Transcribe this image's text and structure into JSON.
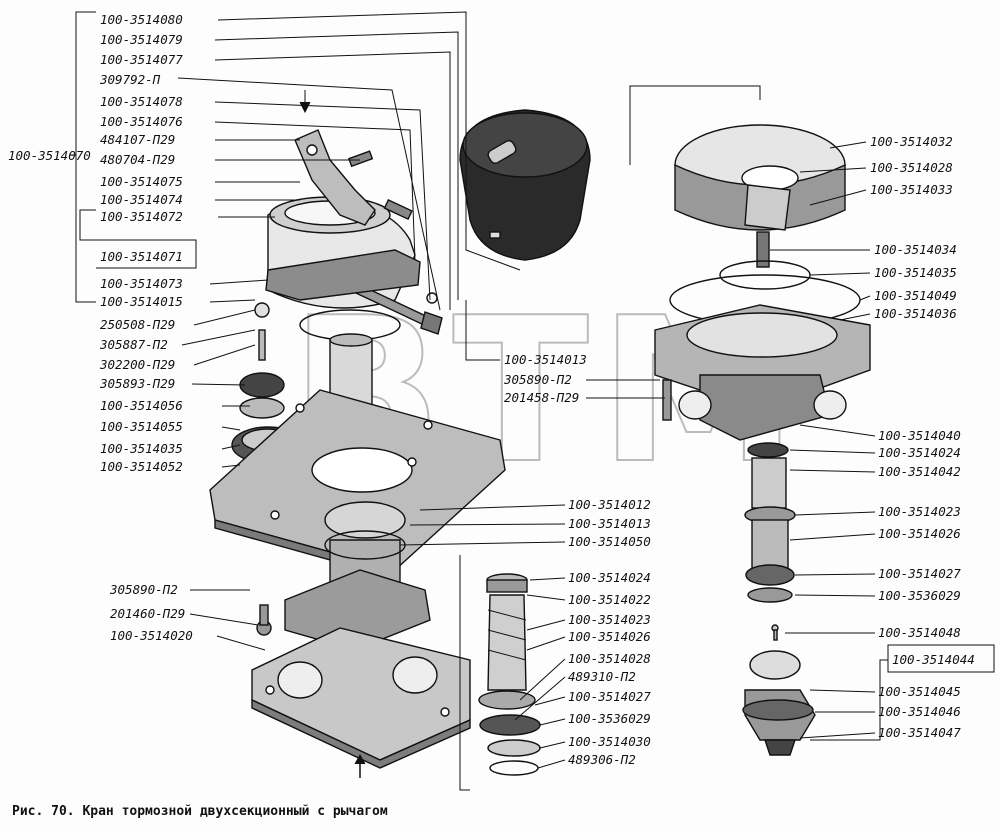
{
  "watermark": "BTM",
  "caption": "Рис. 70. Кран тормозной двухсекционный с рычагом",
  "group_left": {
    "label": "100-3514070"
  },
  "labels_left_top": [
    "100-3514080",
    "100-3514079",
    "100-3514077",
    "309792-П",
    "100-3514078",
    "100-3514076",
    "484107-П29",
    "480704-П29",
    "100-3514075",
    "100-3514074",
    "100-3514072"
  ],
  "label_boxed": "100-3514071",
  "labels_left_mid": [
    "100-3514073",
    "100-3514015",
    "250508-П29",
    "305887-П2",
    "302200-П29",
    "305893-П29",
    "100-3514056",
    "100-3514055",
    "100-3514035",
    "100-3514052"
  ],
  "labels_center": [
    "100-3514013",
    "305890-П2",
    "201458-П29"
  ],
  "labels_center_low": [
    "100-3514012",
    "100-3514013",
    "100-3514050"
  ],
  "labels_left_bottom": [
    "305890-П2",
    "201460-П29",
    "100-3514020"
  ],
  "labels_center_column": [
    "100-3514024",
    "100-3514022",
    "100-3514023",
    "100-3514026",
    "100-3514028",
    "489310-П2",
    "100-3514027",
    "100-3536029",
    "100-3514030",
    "489306-П2"
  ],
  "labels_right": [
    "100-3514032",
    "100-3514028",
    "100-3514033",
    "100-3514034",
    "100-3514035",
    "100-3514049",
    "100-3514036",
    "100-3514040",
    "100-3514024",
    "100-3514042",
    "100-3514023",
    "100-3514026",
    "100-3514027",
    "100-3536029",
    "100-3514048"
  ],
  "label_right_boxed": "100-3514044",
  "labels_right_bottom": [
    "100-3514045",
    "100-3514046",
    "100-3514047"
  ]
}
